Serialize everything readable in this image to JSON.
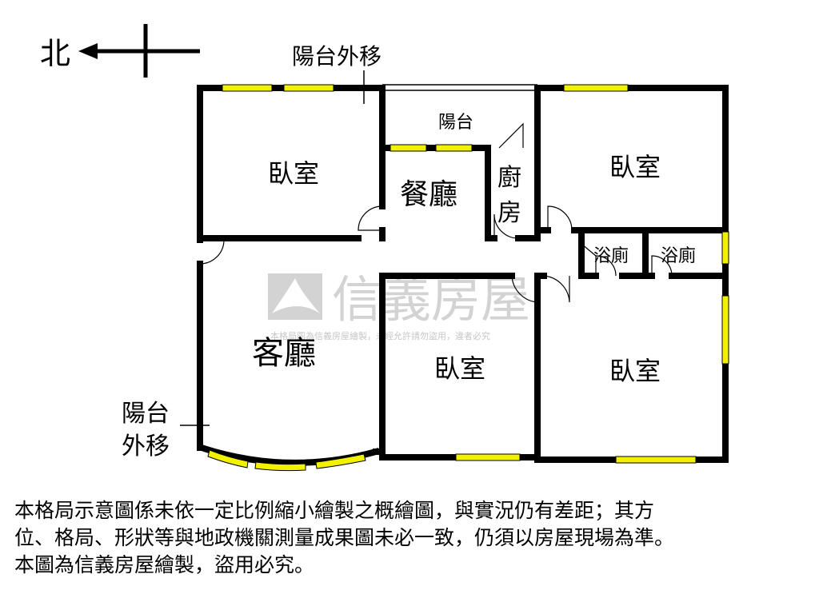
{
  "compass": {
    "north_label": "北"
  },
  "labels": {
    "balcony_moved_top": "陽台外移",
    "balcony": "陽台",
    "bedroom_top_left": "臥室",
    "dining": "餐廳",
    "kitchen_1": "廚",
    "kitchen_2": "房",
    "bedroom_top_right": "臥室",
    "bath_1": "浴廁",
    "bath_2": "浴廁",
    "living": "客廳",
    "bedroom_bottom_mid": "臥室",
    "bedroom_bottom_right": "臥室",
    "balcony_moved_left_1": "陽台",
    "balcony_moved_left_2": "外移"
  },
  "watermark": {
    "brand": "信義房屋",
    "notice": "本格局圖為信義房屋繪製，未經允許請勿盜用，違者必究"
  },
  "disclaimer": [
    "本格局示意圖係未依一定比例縮小繪製之概繪圖，與實況仍有差距；其方",
    "位、格局、形狀等與地政機關測量成果圖未必一致，仍須以房屋現場為準。",
    "本圖為信義房屋繪製，盜用必究。"
  ],
  "colors": {
    "wall": "#000000",
    "window": "#f2f200",
    "watermark": "#b0b0b0"
  }
}
